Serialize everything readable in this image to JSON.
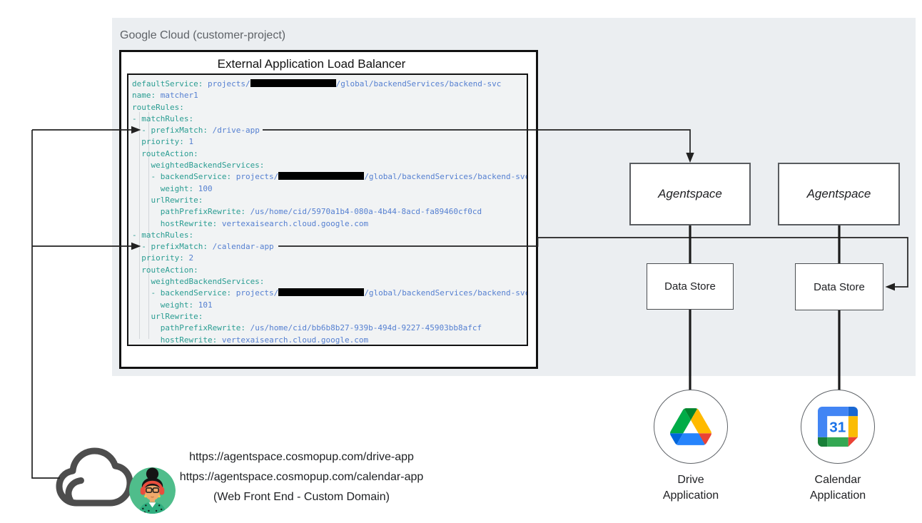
{
  "cloud_panel": {
    "label": "Google Cloud (customer-project)"
  },
  "load_balancer": {
    "title": "External Application Load Balancer",
    "code_lines": [
      "defaultService: projects/[REDACTED]/global/backendServices/backend-svc",
      "name: matcher1",
      "routeRules:",
      "- matchRules:",
      "  - prefixMatch: /drive-app",
      "  priority: 1",
      "  routeAction:",
      "    weightedBackendServices:",
      "    - backendService: projects/[REDACTED]/global/backendServices/backend-svc",
      "      weight: 100",
      "    urlRewrite:",
      "      pathPrefixRewrite: /us/home/cid/5970a1b4-080a-4b44-8acd-fa89460cf0cd",
      "      hostRewrite: vertexaisearch.cloud.google.com",
      "- matchRules:",
      "  - prefixMatch: /calendar-app",
      "  priority: 2",
      "  routeAction:",
      "    weightedBackendServices:",
      "    - backendService: projects/[REDACTED]/global/backendServices/backend-svc",
      "      weight: 101",
      "    urlRewrite:",
      "      pathPrefixRewrite: /us/home/cid/bb6b8b27-939b-494d-9227-45903bb8afcf",
      "      hostRewrite: vertexaisearch.cloud.google.com"
    ]
  },
  "nodes": {
    "agentspace_1": {
      "label": "Agentspace"
    },
    "agentspace_2": {
      "label": "Agentspace"
    },
    "datastore_1": {
      "label": "Data Store"
    },
    "datastore_2": {
      "label": "Data Store"
    },
    "drive_app": {
      "line1": "Drive",
      "line2": "Application"
    },
    "calendar_app": {
      "line1": "Calendar",
      "line2": "Application"
    }
  },
  "calendar_icon": {
    "day": "31"
  },
  "frontend": {
    "urls": [
      "https://agentspace.cosmopup.com/drive-app",
      "https://agentspace.cosmopup.com/calendar-app"
    ],
    "caption": "(Web Front End - Custom Domain)"
  },
  "colors": {
    "panel-bg": "#ebeef1",
    "code-bg": "#f1f3f4",
    "code-key": "#2a9d92",
    "code-value": "#5680d1",
    "text-gray": "#5f6368",
    "line": "#212121",
    "drive-blue": "#0066da",
    "drive-green": "#00ac47",
    "drive-red": "#ea4335",
    "drive-dark-green": "#00832d",
    "drive-light-blue": "#2684fc",
    "drive-yellow": "#ffba00",
    "cal-blue": "#4285f4",
    "cal-dark-blue": "#1967d2",
    "cal-yellow": "#fbbc04",
    "cal-green": "#34a853",
    "cal-dark-green": "#188038",
    "cal-red": "#ea4335",
    "cal-text": "#1a73e8",
    "avatar-bg": "#4fbd8b",
    "avatar-skin": "#f0a96c",
    "avatar-phones": "#e84d3d",
    "cloud-stroke": "#4d4d4d"
  }
}
